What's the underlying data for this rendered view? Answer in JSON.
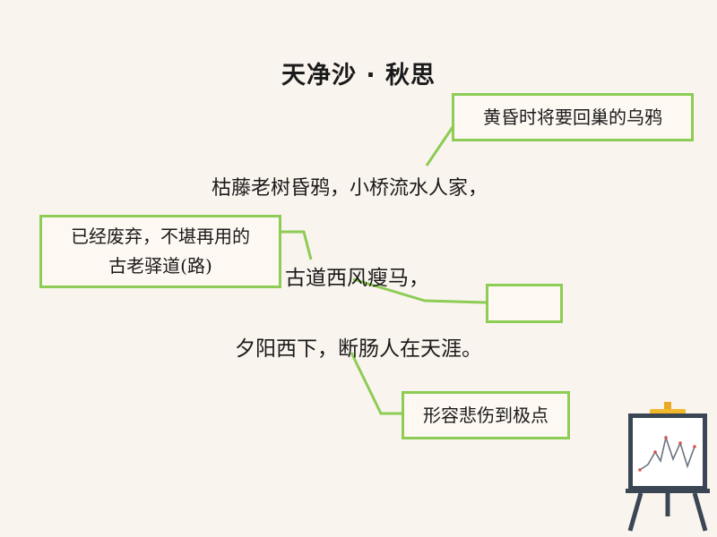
{
  "title": "天净沙 · 秋思",
  "poem": {
    "line1": "枯藤老树昏鸦，小桥流水人家，",
    "line2": "古道西风瘦马，",
    "line3": "夕阳西下，断肠人在天涯。"
  },
  "annotations": {
    "crow": "黄昏时将要回巢的乌鸦",
    "road_line1": "已经废弃，不堪再用的",
    "road_line2": "古老驿道(路)",
    "horse": "",
    "heartbroken": "形容悲伤到极点"
  },
  "colors": {
    "accent": "#8dcc55",
    "background": "#faf4ee"
  },
  "icons": {
    "easel": "easel-chart-icon"
  }
}
